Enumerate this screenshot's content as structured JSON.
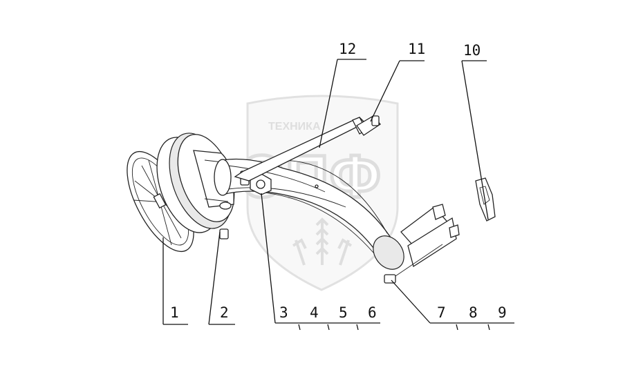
{
  "watermark": {
    "brand_line": "ТЕХНИКА",
    "logo_letters": "ЭПФ",
    "color": "#c9c9c9"
  },
  "callouts": {
    "c1": "1",
    "c2": "2",
    "c3": "3",
    "c4": "4",
    "c5": "5",
    "c6": "6",
    "c7": "7",
    "c8": "8",
    "c9": "9",
    "c10": "10",
    "c11": "11",
    "c12": "12"
  }
}
